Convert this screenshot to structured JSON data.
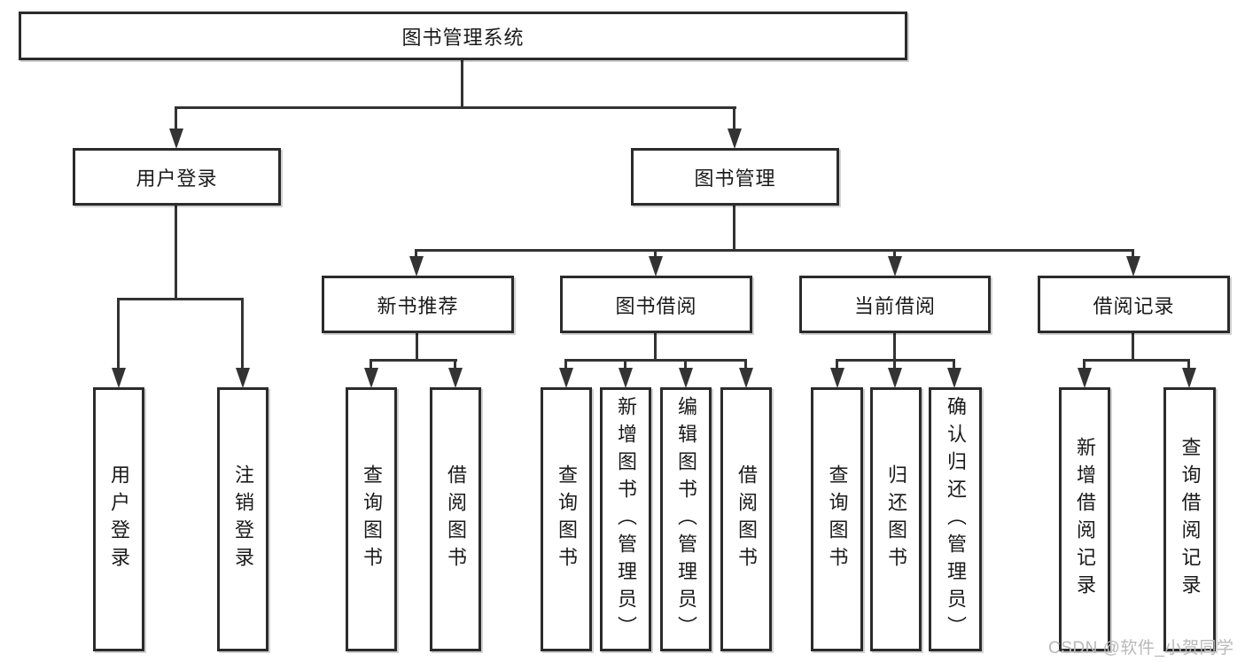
{
  "tree": {
    "label": "图书管理系统",
    "children": [
      {
        "label": "用户登录",
        "children": [
          {
            "label": "用户登录"
          },
          {
            "label": "注销登录"
          }
        ]
      },
      {
        "label": "图书管理",
        "children": [
          {
            "label": "新书推荐",
            "children": [
              {
                "label": "查询图书"
              },
              {
                "label": "借阅图书"
              }
            ]
          },
          {
            "label": "图书借阅",
            "children": [
              {
                "label": "查询图书"
              },
              {
                "label": "新增图书（管理员）"
              },
              {
                "label": "编辑图书（管理员）"
              },
              {
                "label": "借阅图书"
              }
            ]
          },
          {
            "label": "当前借阅",
            "children": [
              {
                "label": "查询图书"
              },
              {
                "label": "归还图书"
              },
              {
                "label": "确认归还（管理员）"
              }
            ]
          },
          {
            "label": "借阅记录",
            "children": [
              {
                "label": "新增借阅记录"
              },
              {
                "label": "查询借阅记录"
              }
            ]
          }
        ]
      }
    ]
  },
  "watermark": {
    "text": "CSDN @软件_小贺同学"
  },
  "colors": {
    "line": "#333333",
    "border": "#2b2b2b",
    "text": "#1a1a1a",
    "watermark": "#b9b9b9",
    "background": "#ffffff"
  }
}
